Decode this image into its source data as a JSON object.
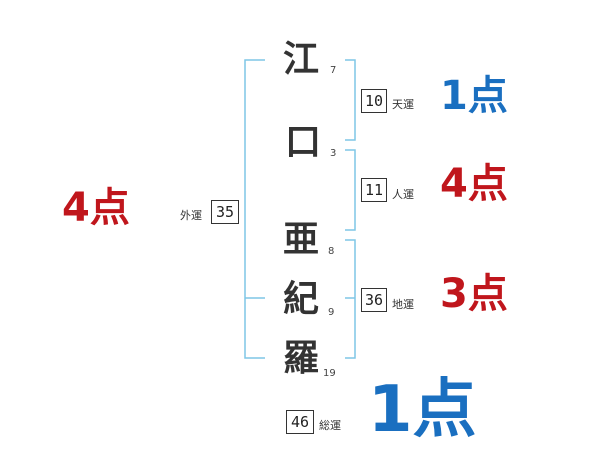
{
  "name_chars": [
    {
      "char": "江",
      "strokes": "7"
    },
    {
      "char": "口",
      "strokes": "3"
    },
    {
      "char": "亜",
      "strokes": "8"
    },
    {
      "char": "紀",
      "strokes": "9"
    },
    {
      "char": "羅",
      "strokes": "19"
    }
  ],
  "fortunes": {
    "tenkaku": {
      "label": "天運",
      "value": "10",
      "score": "1点"
    },
    "jinkaku": {
      "label": "人運",
      "value": "11",
      "score": "4点"
    },
    "chikaku": {
      "label": "地運",
      "value": "36",
      "score": "3点"
    },
    "gaikaku": {
      "label": "外運",
      "value": "35",
      "score": "4点"
    },
    "soukaku": {
      "label": "総運",
      "value": "46",
      "score": "1点"
    }
  },
  "colors": {
    "bracket": "#7ec6e6",
    "score_blue": "#1a6fc0",
    "score_red": "#c0161c"
  }
}
